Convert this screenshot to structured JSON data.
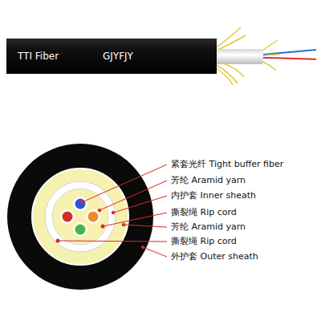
{
  "diagram": {
    "labels": [
      "TTI Fiber",
      "GJYFJY",
      "紧套光纤 Tight buffer fiber",
      "芳纶 Aramid yarn",
      "内护套 Inner sheath",
      "撕裂绳 Rip cord",
      "芳纶 Aramid yarn",
      "撕裂绳 Rip cord",
      "外护套 Outer sheath"
    ]
  }
}
